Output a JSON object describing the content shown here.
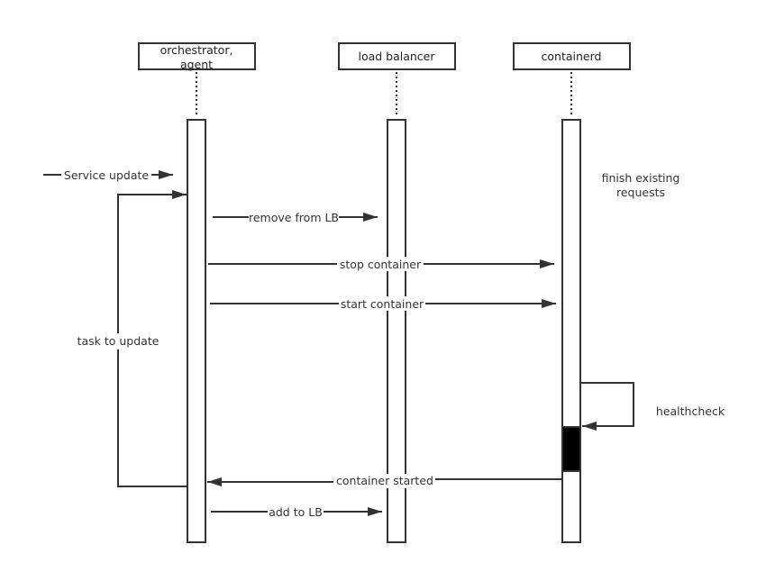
{
  "participants": [
    {
      "id": "orchestrator",
      "label_lines": [
        "orchestrator,",
        "agent"
      ]
    },
    {
      "id": "lb",
      "label_lines": [
        "load balancer"
      ]
    },
    {
      "id": "containerd",
      "label_lines": [
        "containerd"
      ]
    }
  ],
  "messages": [
    {
      "id": "service-update",
      "label": "Service update",
      "from": "external",
      "to": "orchestrator"
    },
    {
      "id": "task-to-update",
      "label": "task to update",
      "from": "orchestrator",
      "to": "orchestrator",
      "kind": "loop"
    },
    {
      "id": "remove-from-lb",
      "label": "remove from LB",
      "from": "orchestrator",
      "to": "lb"
    },
    {
      "id": "stop-container",
      "label": "stop container",
      "from": "orchestrator",
      "to": "containerd"
    },
    {
      "id": "start-container",
      "label": "start container",
      "from": "orchestrator",
      "to": "containerd"
    },
    {
      "id": "healthcheck",
      "label": "healthcheck",
      "from": "containerd",
      "to": "containerd",
      "kind": "self"
    },
    {
      "id": "container-started",
      "label": "container started",
      "from": "containerd",
      "to": "orchestrator"
    },
    {
      "id": "add-to-lb",
      "label": "add to LB",
      "from": "orchestrator",
      "to": "lb"
    }
  ],
  "notes": [
    {
      "id": "finish-existing",
      "label_lines": [
        "finish existing",
        "requests"
      ]
    }
  ],
  "colors": {
    "line": "#333333",
    "fill_active": "#000000",
    "bg": "#ffffff"
  }
}
